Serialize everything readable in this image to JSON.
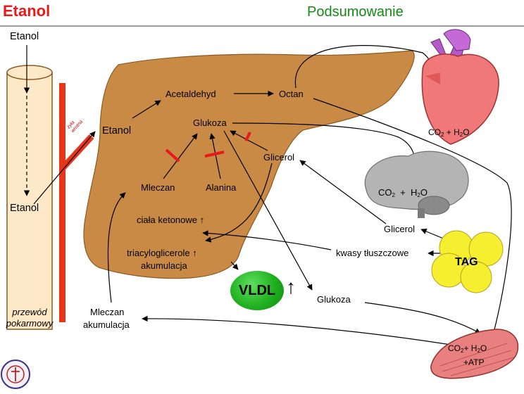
{
  "header": {
    "left_title": "Etanol",
    "right_title": "Podsumowanie"
  },
  "tube": {
    "top_label": "Etanol",
    "mid_label": "Etanol",
    "bottom_label_1": "przewód",
    "bottom_label_2": "pokarmowy",
    "vein_label_1": "żyła",
    "vein_label_2": "wrotna"
  },
  "liver": {
    "etanol": "Etanol",
    "acetaldehyd": "Acetaldehyd",
    "octan": "Octan",
    "glukoza": "Glukoza",
    "mleczan": "Mleczan",
    "alanina": "Alanina",
    "glicerol": "Glicerol",
    "ciala_ketonowe": "ciała ketonowe",
    "triacyloglicerole": "triacyloglicerole",
    "akumulacja": "akumulacja",
    "up_arrow": "↑"
  },
  "vldl": {
    "label": "VLDL",
    "arrow": "🠕"
  },
  "outside": {
    "glukoza": "Glukoza",
    "mleczan": "Mleczan",
    "mleczan_akumulacja": "akumulacja",
    "glicerol": "Glicerol",
    "kwasy": "kwasy tłuszczowe",
    "tag": "TAG"
  },
  "organs": {
    "heart_products": "CO2 + H2O",
    "brain_products": "CO2 + H2O",
    "muscle_products_1": "CO2+ H2O",
    "muscle_products_2": "+ATP"
  },
  "colors": {
    "title_red": "#e8191b",
    "title_green": "#168a16",
    "liver": "#c98a45",
    "tube": "#fde9c8",
    "vein": "#e8351a",
    "inhibitor": "#e8191b",
    "vldl": "#1fb01f",
    "fat": "#f5ef30",
    "heart": "#f07878",
    "brain": "#b4b4b4",
    "muscle": "#e98080"
  }
}
